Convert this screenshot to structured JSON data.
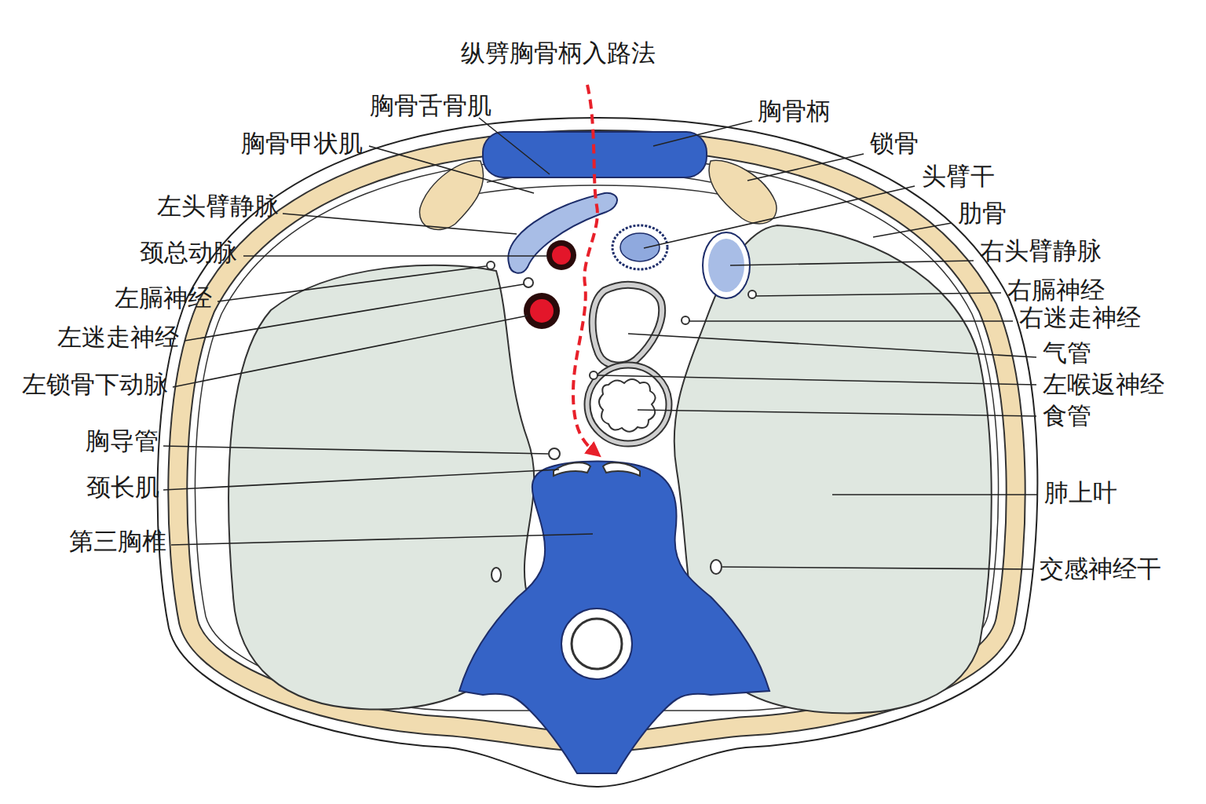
{
  "diagram": {
    "labels": [
      "纵劈胸骨柄入路法",
      "胸骨舌骨肌",
      "胸骨甲状肌",
      "左头臂静脉",
      "颈总动脉",
      "左膈神经",
      "左迷走神经",
      "左锁骨下动脉",
      "胸导管",
      "颈长肌",
      "第三胸椎",
      "胸骨柄",
      "锁骨",
      "头臂干",
      "肋骨",
      "右头臂静脉",
      "右膈神经",
      "右迷走神经",
      "气管",
      "左喉返神经",
      "食管",
      "肺上叶",
      "交感神经干"
    ]
  }
}
